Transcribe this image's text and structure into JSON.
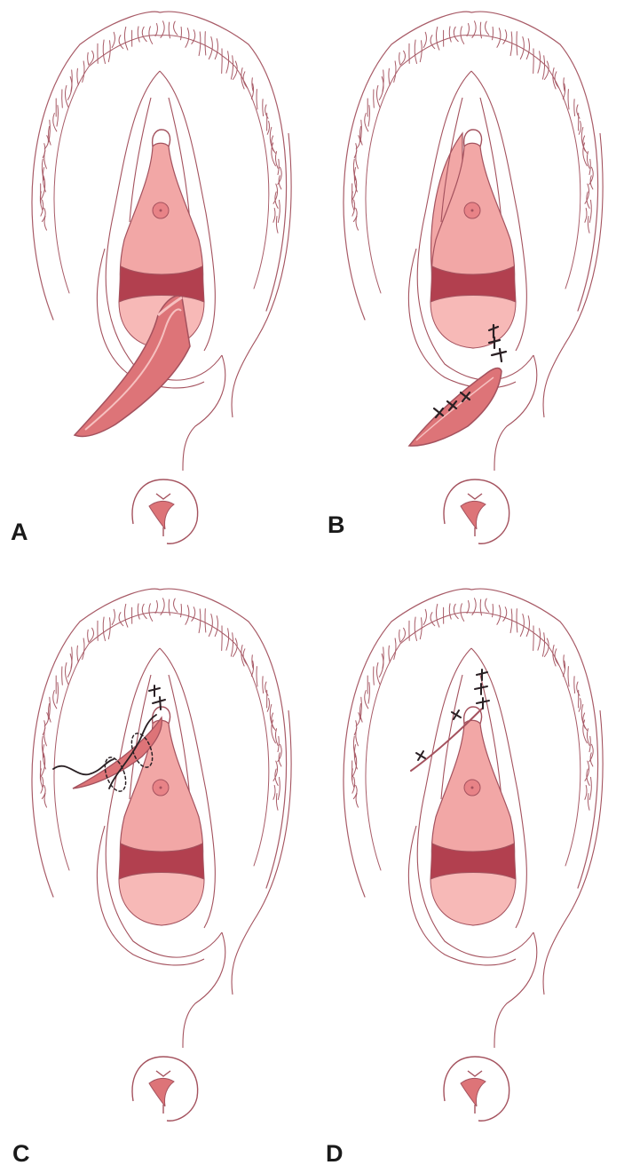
{
  "panels": [
    {
      "id": "a",
      "label": "A",
      "stage": "flap-raised"
    },
    {
      "id": "b",
      "label": "B",
      "stage": "flap-partially-sutured"
    },
    {
      "id": "c",
      "label": "C",
      "stage": "running-suture"
    },
    {
      "id": "d",
      "label": "D",
      "stage": "closed"
    }
  ],
  "colors": {
    "outline": "#a4525e",
    "hair": "#a85b67",
    "mucosa": "#f2a7a6",
    "mucosa_light": "#f7b9b7",
    "band": "#b2404f",
    "flap": "#dd7478",
    "flap_edge": "#f6c1c0",
    "suture": "#2a2024",
    "background": "#ffffff"
  }
}
